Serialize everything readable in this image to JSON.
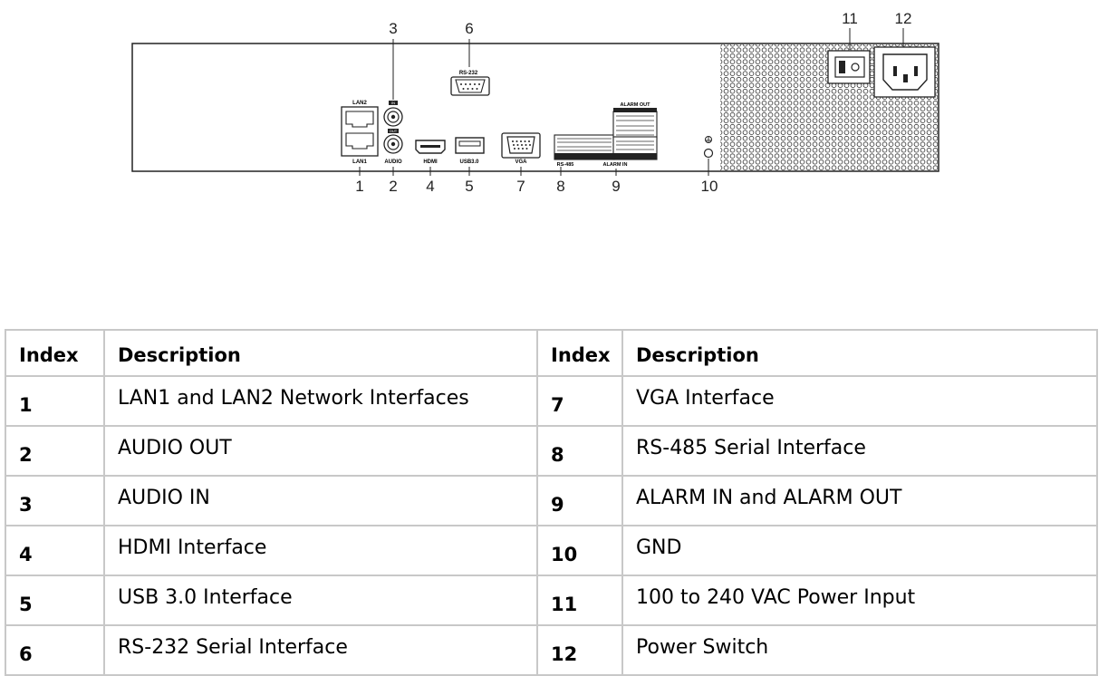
{
  "callouts": {
    "c1": "1",
    "c2": "2",
    "c3": "3",
    "c4": "4",
    "c5": "5",
    "c6": "6",
    "c7": "7",
    "c8": "8",
    "c9": "9",
    "c10": "10",
    "c11": "11",
    "c12": "12"
  },
  "port_labels": {
    "lan2": "LAN2",
    "lan1": "LAN1",
    "audio_in": "IN",
    "audio_out": "OUT",
    "audio": "AUDIO",
    "hdmi": "HDMI",
    "usb": "USB3.0",
    "vga": "VGA",
    "rs232": "RS-232",
    "rs485": "RS-485",
    "alarm_in": "ALARM IN",
    "alarm_out": "ALARM OUT"
  },
  "table": {
    "headers": [
      "Index",
      "Description",
      "Index",
      "Description"
    ],
    "rows": [
      [
        "1",
        "LAN1 and LAN2 Network Interfaces",
        "7",
        "VGA Interface"
      ],
      [
        "2",
        "AUDIO OUT",
        "8",
        "RS-485 Serial Interface"
      ],
      [
        "3",
        "AUDIO IN",
        "9",
        "ALARM IN and ALARM OUT"
      ],
      [
        "4",
        "HDMI Interface",
        "10",
        "GND"
      ],
      [
        "5",
        "USB 3.0 Interface",
        "11",
        "100 to 240 VAC Power Input"
      ],
      [
        "6",
        "RS-232 Serial Interface",
        "12",
        "Power Switch"
      ]
    ]
  }
}
